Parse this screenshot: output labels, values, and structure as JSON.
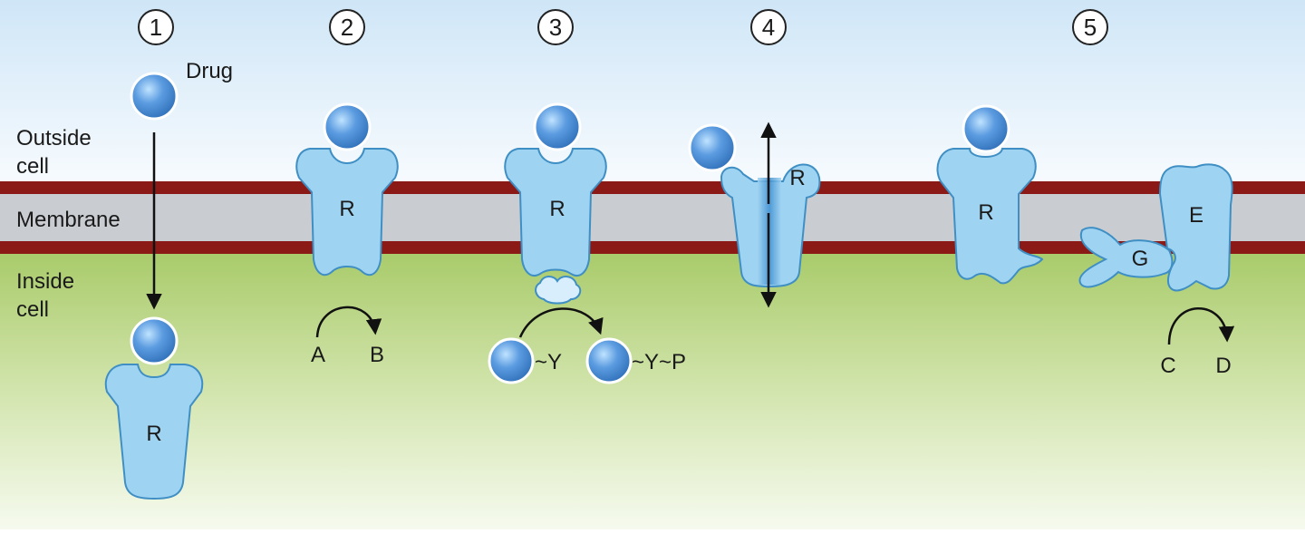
{
  "steps": [
    "1",
    "2",
    "3",
    "4",
    "5"
  ],
  "labels": {
    "drug": "Drug",
    "outside_line1": "Outside",
    "outside_line2": "cell",
    "membrane": "Membrane",
    "inside_line1": "Inside",
    "inside_line2": "cell"
  },
  "receptor_label": "R",
  "enzyme_label": "E",
  "g_protein_label": "G",
  "reaction_2": {
    "from": "A",
    "to": "B"
  },
  "reaction_3": {
    "from": "~Y",
    "to": "~Y~P"
  },
  "reaction_5": {
    "from": "C",
    "to": "D"
  },
  "colors": {
    "sky_top": "#cfe6f7",
    "cell_bottom": "#b6d27d",
    "membrane_gray": "#c9cdd2",
    "membrane_red": "#8b1a17",
    "receptor_fill": "#9fd3f2",
    "receptor_stroke": "#3f8fc4",
    "drug_fill": "#4b8fd6"
  }
}
